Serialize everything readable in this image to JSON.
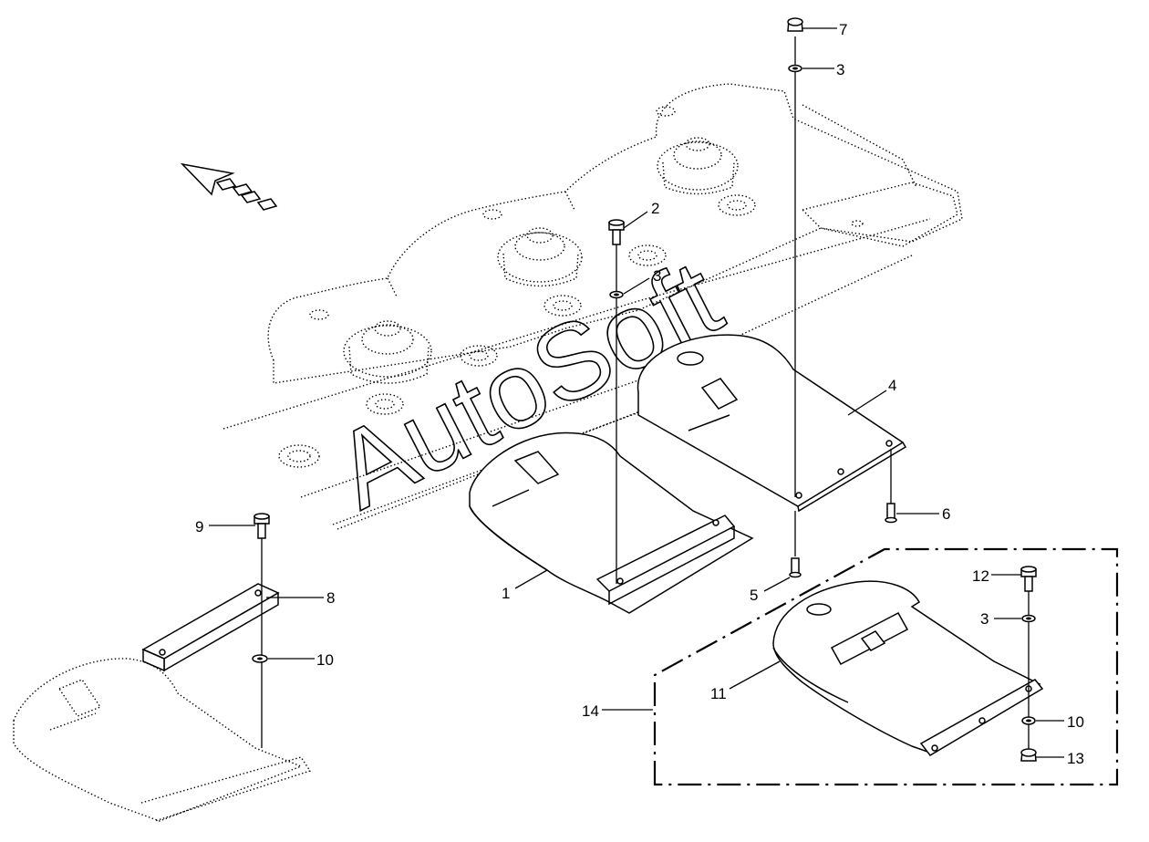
{
  "watermark": "AutoSoft",
  "callouts": {
    "c1": "1",
    "c2": "2",
    "c3a": "3",
    "c3b": "3",
    "c3c": "3",
    "c4": "4",
    "c5": "5",
    "c6": "6",
    "c7": "7",
    "c8": "8",
    "c9": "9",
    "c10a": "10",
    "c10b": "10",
    "c11": "11",
    "c12": "12",
    "c13": "13",
    "c14": "14"
  }
}
